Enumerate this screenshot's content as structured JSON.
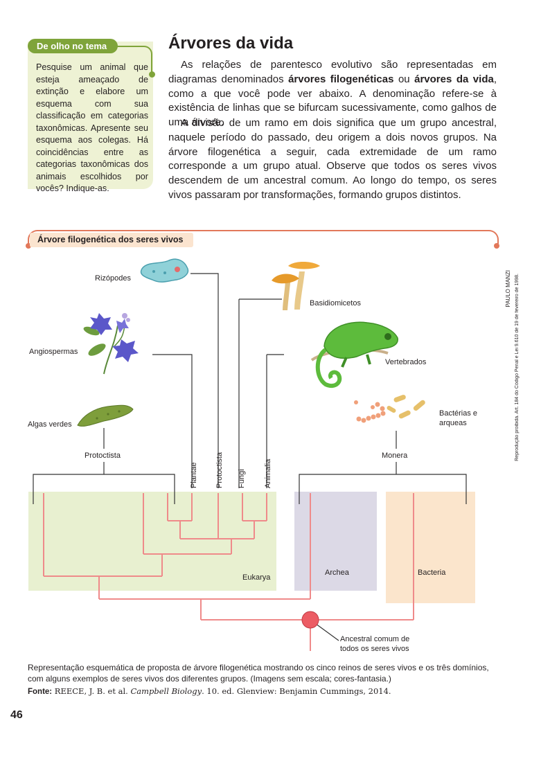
{
  "sidebar": {
    "tab_label": "De olho no tema",
    "text": "Pesquise um animal que esteja ameaçado de extinção e elabore um esquema com sua classificação em categorias taxonômicas. Apresente seu esquema aos colegas. Há coincidências entre as categorias taxonômicas dos animais escolhidos por vocês? Indique-as."
  },
  "article": {
    "title": "Árvores da vida",
    "p1_a": "As relações de parentesco evolutivo são representadas em diagramas denominados ",
    "p1_b1": "árvores filogenéticas",
    "p1_c": " ou ",
    "p1_b2": "árvores da vida",
    "p1_d": ", como a que você pode ver abaixo. A denominação refere-se à existência de linhas que se bifurcam sucessivamente, como galhos de uma árvore.",
    "p2": "A divisão de um ramo em dois significa que um grupo ancestral, naquele período do passado, deu origem a dois novos grupos. Na árvore filogenética a seguir, cada extremidade de um ramo corresponde a um grupo atual. Observe que todos os seres vivos descendem de um ancestral comum. Ao longo do tempo, os seres vivos passaram por transformações, formando grupos distintos."
  },
  "figure": {
    "title": "Árvore filogenética dos seres vivos",
    "credit": "PAULO MANZI",
    "legal": "Reprodução proibida. Art. 184 do Código Penal e Lei 9.610 de 19 de fevereiro de 1998.",
    "organisms": {
      "rizopodes": "Rizópodes",
      "angiospermas": "Angiospermas",
      "algas": "Algas verdes",
      "basidiomicetos": "Basidiomicetos",
      "vertebrados": "Vertebrados",
      "bacterias_1": "Bactérias e",
      "bacterias_2": "arqueas"
    },
    "kingdoms": {
      "protoctista_group": "Protoctista",
      "plantae": "Plantae",
      "protoctista": "Protoctista",
      "fungi": "Fungi",
      "animalia": "Animalia",
      "monera": "Monera"
    },
    "domains": {
      "eukarya": "Eukarya",
      "archea": "Archea",
      "bacteria": "Bacteria"
    },
    "ancestor_1": "Ancestral comum de",
    "ancestor_2": "todos os seres vivos"
  },
  "caption": "Representação esquemática de proposta de árvore filogenética mostrando os cinco reinos de seres vivos e os três domínios, com alguns exemplos de seres vivos dos diferentes grupos. (Imagens sem escala; cores-fantasia.)",
  "source": {
    "label": "Fonte:",
    "text_a": " REECE, J. B. et al. ",
    "book": "Campbell Biology",
    "text_b": ". 10. ed. Glenview: Benjamin Cummings, 2014."
  },
  "page_number": "46",
  "colors": {
    "tab_green": "#7fa43a",
    "box_green": "#eef2d4",
    "eukarya_bg": "#e8f0d0",
    "archea_bg": "#dcd9e6",
    "bacteria_bg": "#fbe5cc",
    "tree_line": "#ef8a8a",
    "ancestor_node": "#ec5c64"
  }
}
